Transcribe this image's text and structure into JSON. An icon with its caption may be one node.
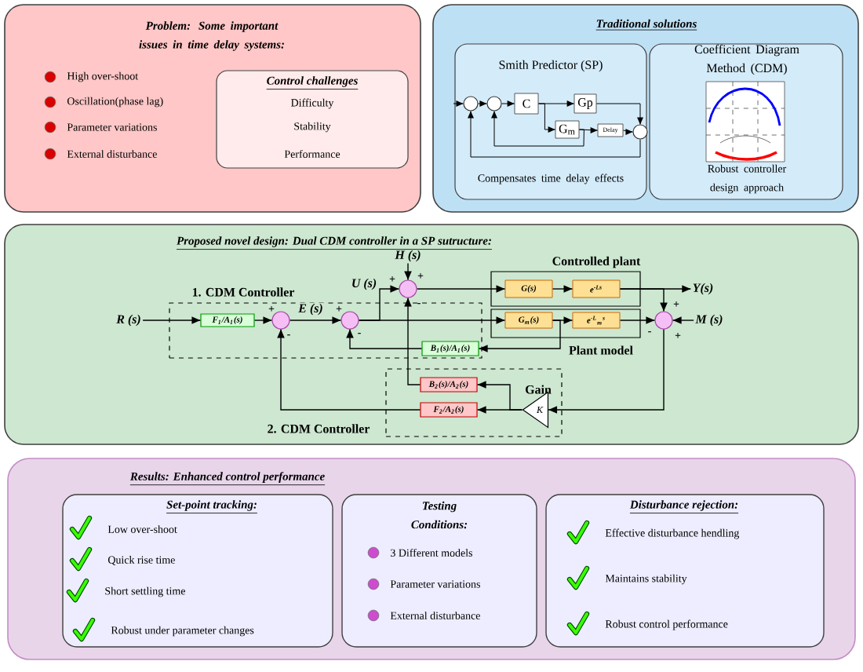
{
  "diagram": {
    "nodes": [
      {
        "text": [
          "Problem: Some important issues in time delay systems:",
          "High over-shoot",
          "Oscillation(phase lag)",
          "Parameter variations",
          "External disturbance"
        ]
      },
      {
        "text": [
          "Control challenges",
          "Difficulty",
          "Stability",
          "Performance"
        ],
        "in": 0
      },
      {
        "text": [
          "Traditional solutions"
        ]
      },
      {
        "text": [
          "Smith Predictor (SP)",
          "Compensates time delay effects"
        ],
        "in": 2
      },
      {
        "text": [],
        "shape": "circle",
        "in": 3
      },
      {
        "text": [],
        "shape": "circle",
        "in": 3
      },
      {
        "text": [
          "C"
        ],
        "in": 3
      },
      {
        "text": [
          "Gp"
        ],
        "in": 3
      },
      {
        "text": [
          "G$_{m}$"
        ],
        "in": 3
      },
      {
        "text": [
          "Delay"
        ],
        "in": 3
      },
      {
        "text": [],
        "shape": "circle",
        "in": 3
      },
      {
        "text": [
          "Coefficient Diagram Method (CDM)",
          "Robust controller design approach"
        ],
        "in": 2
      },
      {
        "text": [
          "Proposed novel design: Dual CDM controller in a SP sutructure:"
        ]
      },
      {
        "text": [
          "1. CDM Controller"
        ],
        "in": 12
      },
      {
        "text": [
          "F$_{1}$/A$_{1}$(s)"
        ],
        "in": 13
      },
      {
        "text": [],
        "shape": "circle",
        "in": 13
      },
      {
        "text": [],
        "shape": "circle",
        "in": 13
      },
      {
        "text": [
          "B$_{1}$(s)/A$_{1}$(s)"
        ],
        "in": 13
      },
      {
        "text": [
          "2. CDM Controller",
          "Gain"
        ],
        "in": 12
      },
      {
        "text": [
          "B$_{2}$(s)/A$_{2}$(s)"
        ],
        "in": 18
      },
      {
        "text": [
          "F$_{2}$/A$_{2}$(s)"
        ],
        "in": 18
      },
      {
        "text": [
          "K"
        ],
        "in": 18
      },
      {
        "text": [
          "Controlled plant"
        ],
        "in": 12
      },
      {
        "text": [
          "G(s)"
        ],
        "in": 22
      },
      {
        "text": [
          "e$^{-Ls}$"
        ],
        "in": 22
      },
      {
        "text": [
          "Plant model"
        ],
        "in": 12
      },
      {
        "text": [
          "G$_{m}$(s)"
        ],
        "in": 25
      },
      {
        "text": [
          "e$^{-L}$$_{m}$$^{s}$"
        ],
        "in": 25
      },
      {
        "text": [],
        "shape": "circle",
        "in": 12
      },
      {
        "text": [],
        "shape": "circle",
        "in": 12
      },
      {
        "text": [
          "R (s)"
        ],
        "in": 12
      },
      {
        "text": [
          "H (s)"
        ],
        "in": 12
      },
      {
        "text": [
          "Y(s)"
        ],
        "in": 12
      },
      {
        "text": [
          "M (s)"
        ],
        "in": 12
      },
      {
        "text": [
          "Results: Enhanced control performance"
        ]
      },
      {
        "text": [
          "Set-point tracking:",
          "Low over-shoot",
          "Quick rise time",
          "Short settling time",
          "Robust under parameter changes"
        ],
        "in": 34
      },
      {
        "text": [
          "Testing Conditions:",
          "3 Different models",
          "Parameter variations",
          "External disturbance"
        ],
        "in": 34
      },
      {
        "text": [
          "Disturbance rejection:",
          "Effective disturbance hendling",
          "Maintains stability",
          "Robust control performance"
        ],
        "in": 34
      }
    ],
    "edges": [
      {
        "from": null,
        "to": 4,
        "arrow": "to"
      },
      {
        "from": 4,
        "to": 5,
        "arrow": "to"
      },
      {
        "from": 5,
        "to": 6,
        "arrow": "to"
      },
      {
        "from": 6,
        "to": 7,
        "arrow": "to"
      },
      {
        "from": 6,
        "to": 8,
        "arrow": "to"
      },
      {
        "from": 8,
        "to": 9,
        "arrow": "to"
      },
      {
        "from": 7,
        "to": 10,
        "arrow": "to"
      },
      {
        "from": 9,
        "to": 10,
        "arrow": "to"
      },
      {
        "from": 10,
        "to": 4,
        "arrow": "to"
      },
      {
        "from": 8,
        "to": 5,
        "arrow": "to"
      },
      {
        "from": 30,
        "to": 14,
        "arrow": "to"
      },
      {
        "from": 14,
        "to": 15,
        "arrow": "to"
      },
      {
        "from": 15,
        "to": 16,
        "arrow": "to",
        "label": "E (s)"
      },
      {
        "from": 16,
        "to": 28,
        "arrow": "to",
        "label": "U (s)"
      },
      {
        "from": 16,
        "to": 26,
        "arrow": "to"
      },
      {
        "from": 28,
        "to": 23,
        "arrow": "to"
      },
      {
        "from": 23,
        "to": 24,
        "arrow": "to"
      },
      {
        "from": 24,
        "to": 32,
        "arrow": "to"
      },
      {
        "from": 24,
        "to": 29,
        "arrow": "to"
      },
      {
        "from": 26,
        "to": 27,
        "arrow": "to"
      },
      {
        "from": 27,
        "to": 29,
        "arrow": "to"
      },
      {
        "from": 26,
        "to": 17,
        "arrow": "to"
      },
      {
        "from": 17,
        "to": 16,
        "arrow": "to"
      },
      {
        "from": 31,
        "to": 28,
        "arrow": "to"
      },
      {
        "from": 33,
        "to": 29,
        "arrow": "to"
      },
      {
        "from": 29,
        "to": 21,
        "arrow": "to"
      },
      {
        "from": 21,
        "to": 19,
        "arrow": "to"
      },
      {
        "from": 21,
        "to": 20,
        "arrow": "to"
      },
      {
        "from": 19,
        "to": 28,
        "arrow": "to"
      },
      {
        "from": 20,
        "to": 15,
        "arrow": "to"
      }
    ],
    "labels": [
      "+",
      "-",
      "+",
      "-",
      "+",
      "+",
      "-",
      "+",
      "-",
      "+"
    ]
  }
}
